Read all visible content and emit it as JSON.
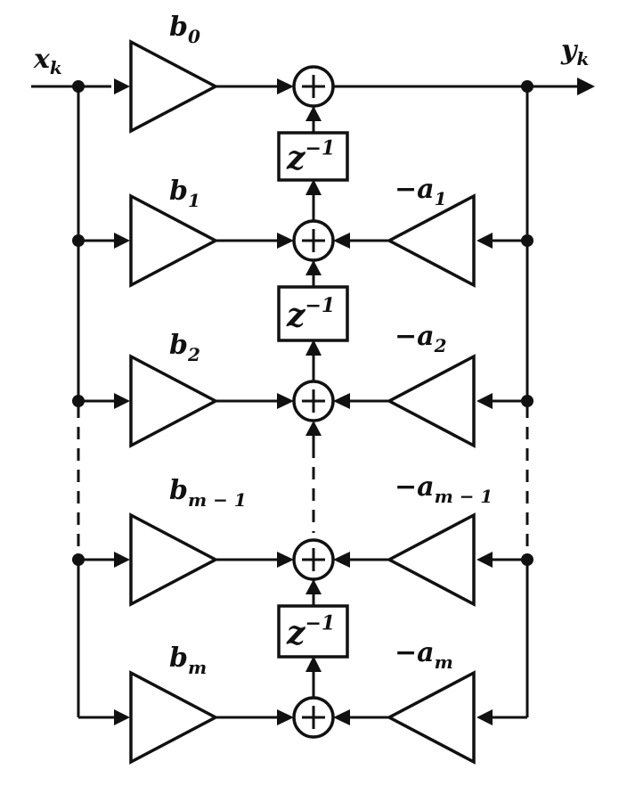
{
  "input_label": {
    "base": "x",
    "sub": "k"
  },
  "output_label": {
    "base": "y",
    "sub": "k"
  },
  "stages": [
    {
      "b": {
        "base": "b",
        "sub": "0"
      },
      "a": null
    },
    {
      "b": {
        "base": "b",
        "sub": "1"
      },
      "a": {
        "base": "−a",
        "sub": "1"
      }
    },
    {
      "b": {
        "base": "b",
        "sub": "2"
      },
      "a": {
        "base": "−a",
        "sub": "2"
      }
    },
    {
      "b": {
        "base": "b",
        "sub": "m − 1"
      },
      "a": {
        "base": "−a",
        "sub": "m − 1"
      }
    },
    {
      "b": {
        "base": "b",
        "sub": "m"
      },
      "a": {
        "base": "−a",
        "sub": "m"
      }
    }
  ],
  "delays": [
    {
      "base": "z",
      "sup": "−1"
    },
    {
      "base": "z",
      "sup": "−1"
    },
    {
      "base": "z",
      "sup": "−1"
    }
  ],
  "adder_symbol": "+"
}
